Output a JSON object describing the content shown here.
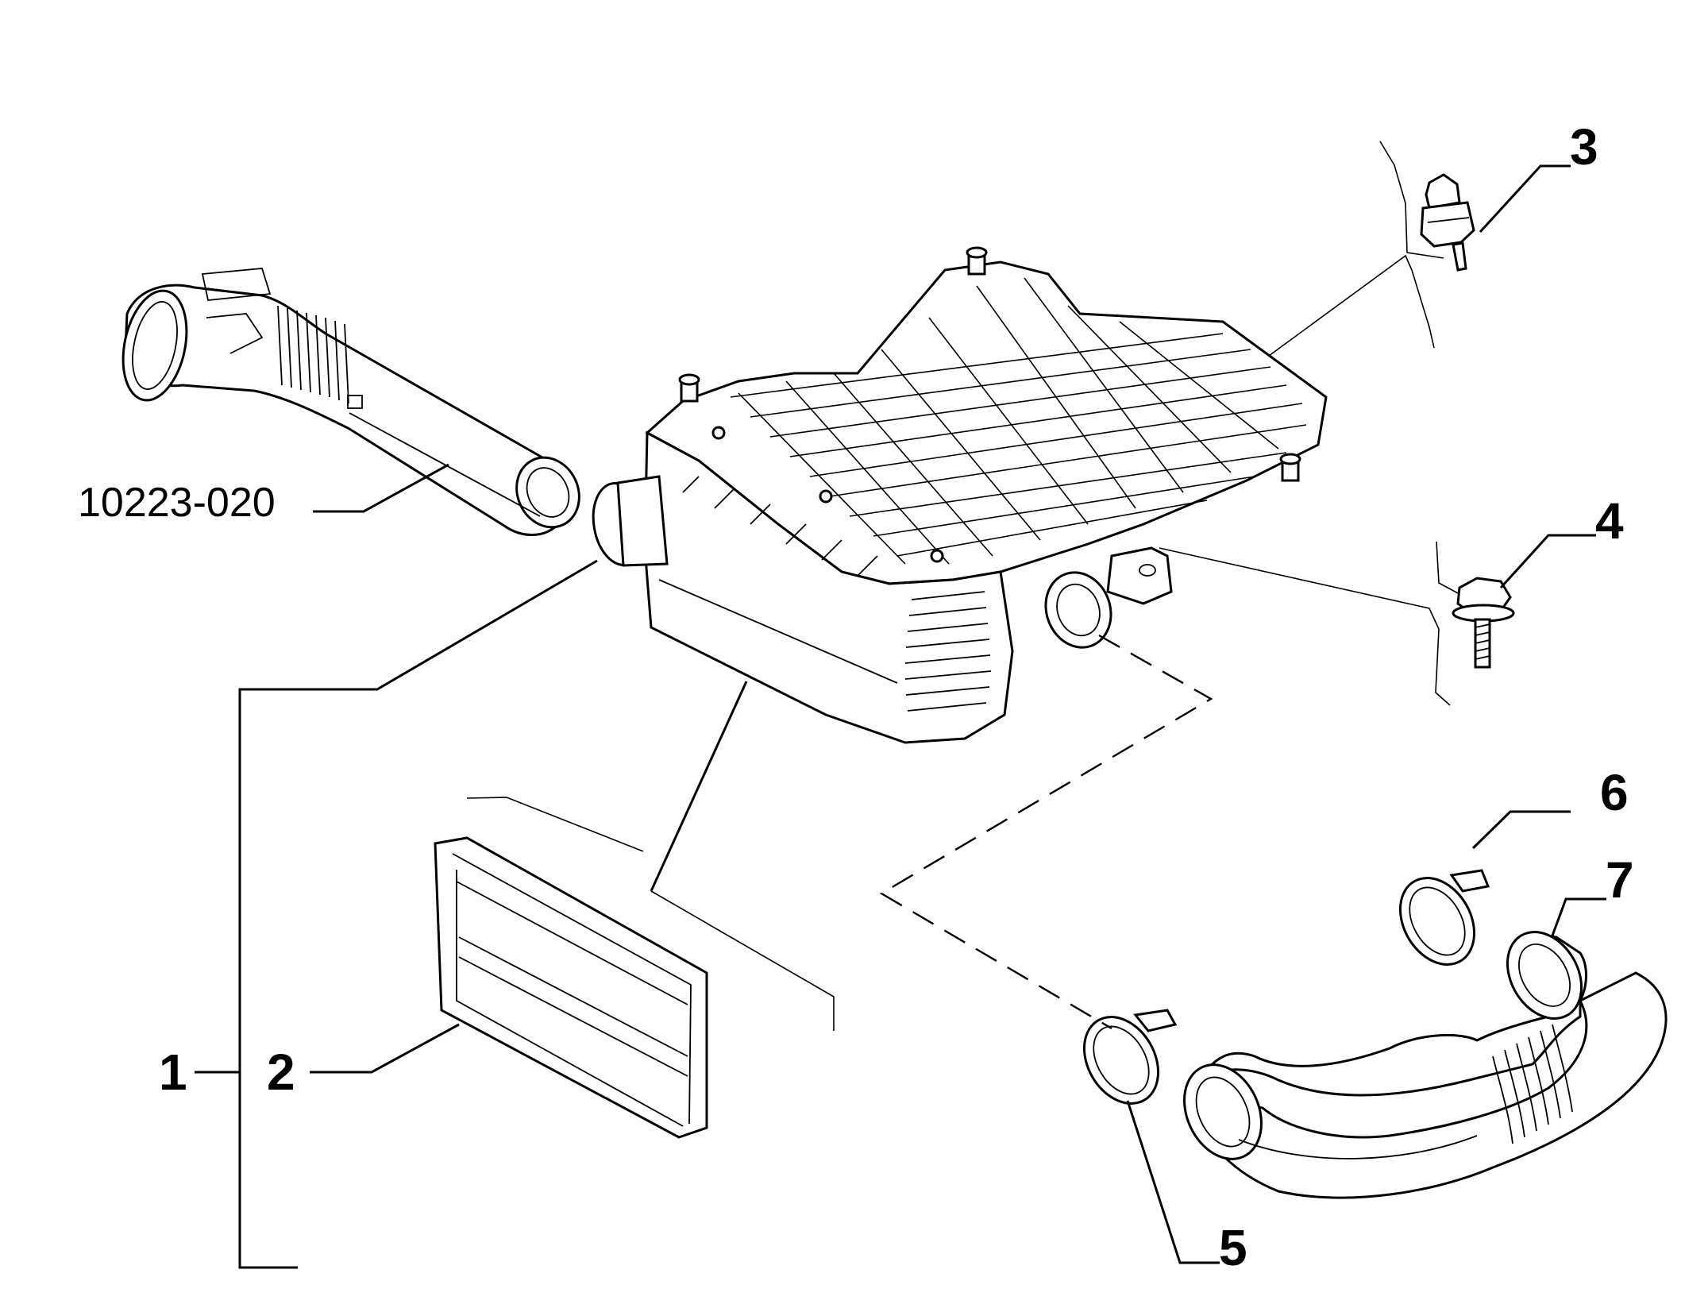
{
  "callouts": {
    "c1": "1",
    "c2": "2",
    "c3": "3",
    "c4": "4",
    "c5": "5",
    "c6": "6",
    "c7": "7",
    "ref": "10223-020"
  },
  "colors": {
    "line": "#000000",
    "background": "#ffffff"
  }
}
